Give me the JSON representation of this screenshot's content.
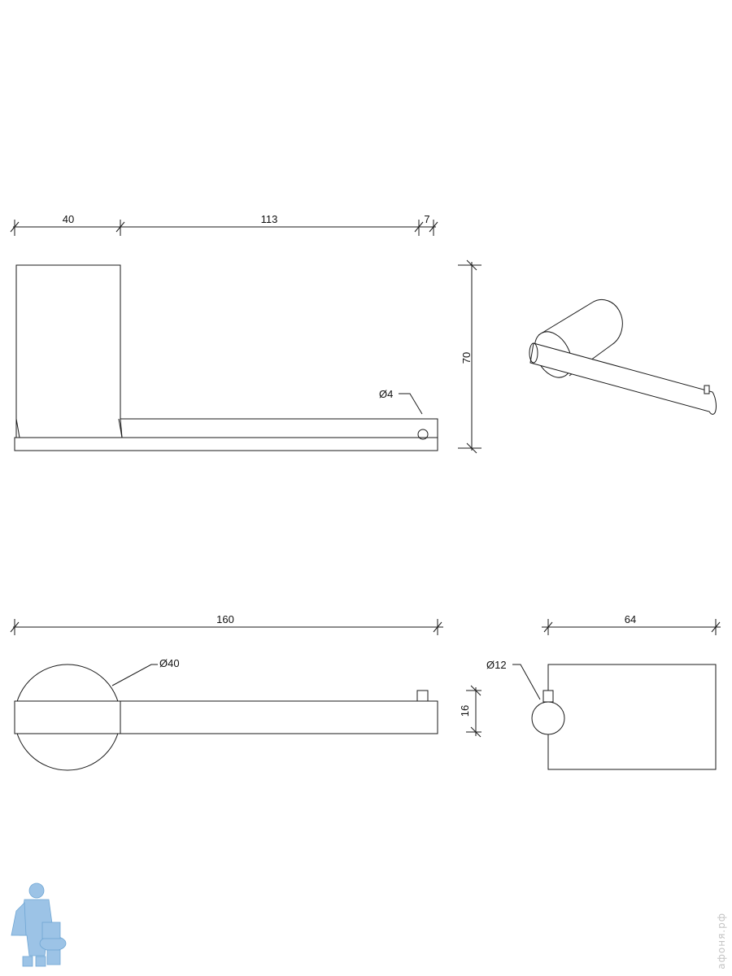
{
  "dimensions": {
    "front_d1": "40",
    "front_d2": "113",
    "front_d3": "7",
    "front_height": "70",
    "front_pin_dia": "Ø4",
    "top_length": "160",
    "top_base_dia": "Ø40",
    "top_bar_height": "16",
    "side_width": "64",
    "side_bar_dia": "Ø12"
  },
  "watermark": {
    "text": "афоня.рф"
  },
  "colors": {
    "line": "#1a1a1a",
    "background": "#ffffff",
    "logo": "#9cc3e6"
  }
}
